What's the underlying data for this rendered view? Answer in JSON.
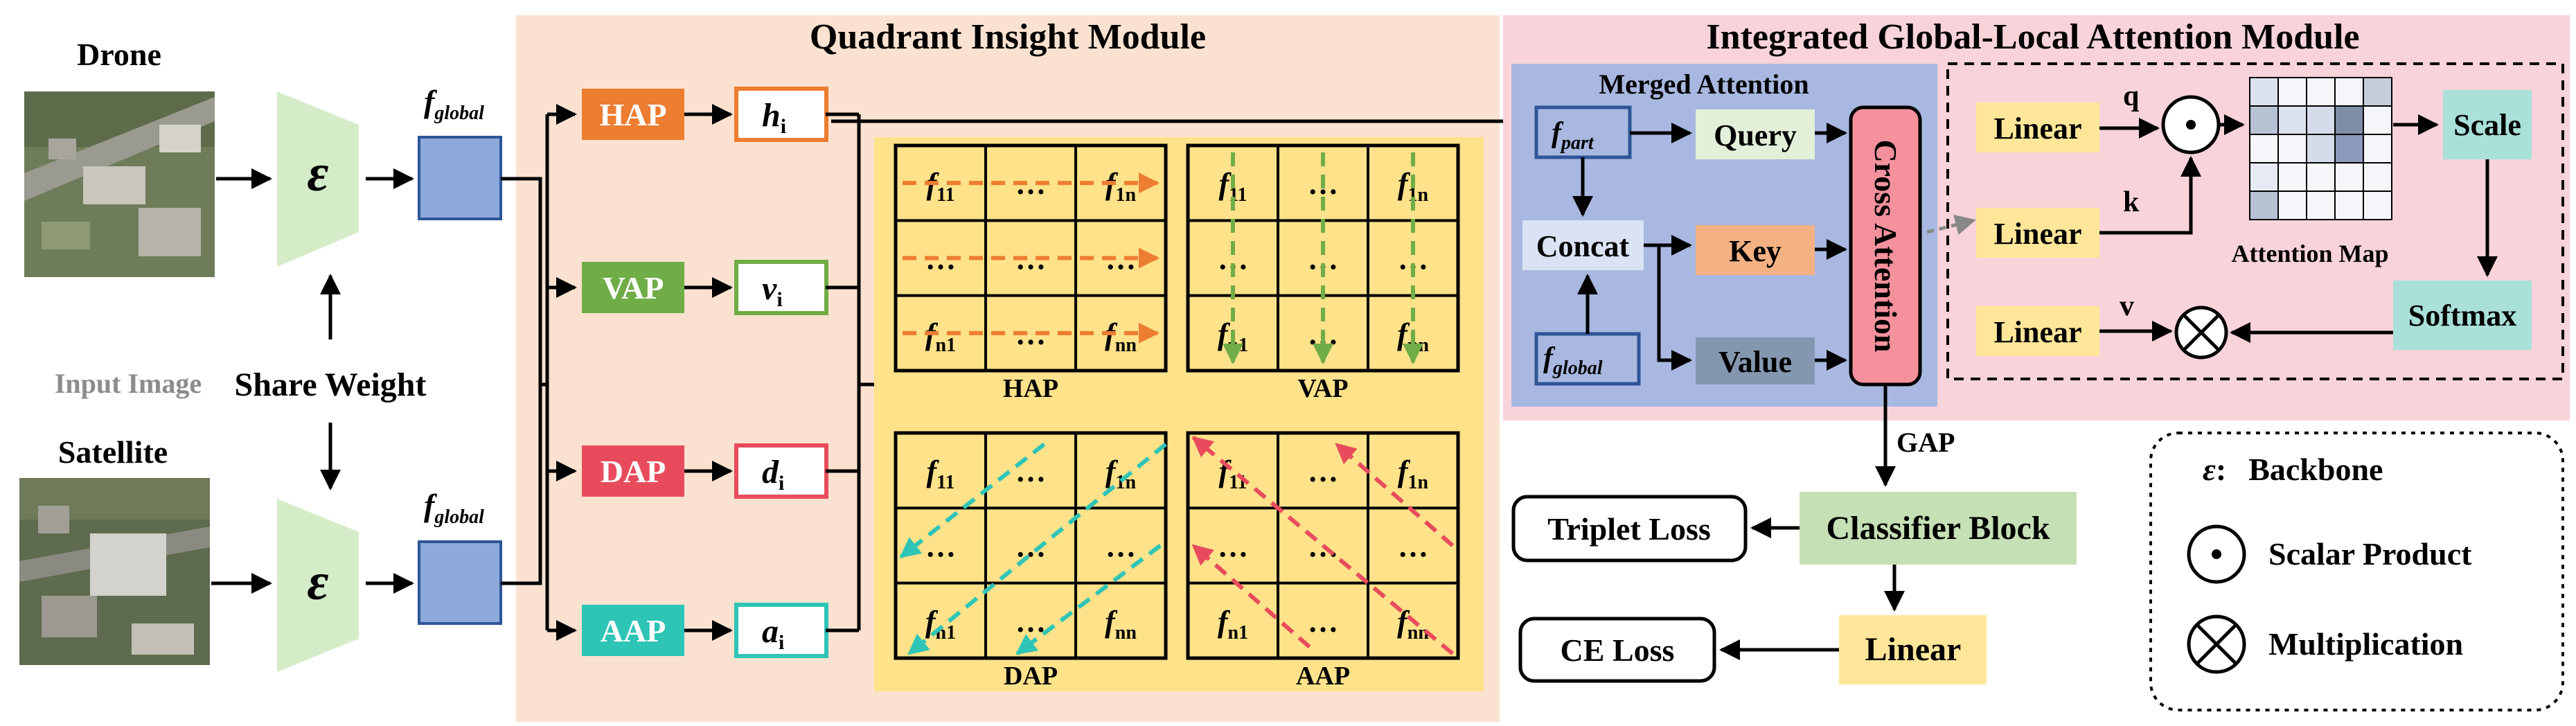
{
  "left": {
    "drone_label": "Drone",
    "satellite_label": "Satellite",
    "input_image_label": "Input Image",
    "share_weight_label": "Share Weight",
    "encoder_symbol": "ε",
    "fglobal_base": "f",
    "fglobal_sub": "global"
  },
  "qim": {
    "title": "Quadrant Insight Module",
    "rows": [
      {
        "pool": "HAP",
        "feat": "h",
        "sub": "i",
        "color": "#ED7D31"
      },
      {
        "pool": "VAP",
        "feat": "v",
        "sub": "i",
        "color": "#70AD47"
      },
      {
        "pool": "DAP",
        "feat": "d",
        "sub": "i",
        "color": "#E84C5C"
      },
      {
        "pool": "AAP",
        "feat": "a",
        "sub": "i",
        "color": "#2EC4B6"
      }
    ],
    "grids": [
      {
        "label": "HAP",
        "arrow_color": "#ED7D31"
      },
      {
        "label": "VAP",
        "arrow_color": "#70AD47"
      },
      {
        "label": "DAP",
        "arrow_color": "#2EC4B6"
      },
      {
        "label": "AAP",
        "arrow_color": "#E84C5C"
      }
    ],
    "grid_cells": [
      [
        {
          "b": "f",
          "s": "11"
        },
        {
          "b": "…",
          "s": ""
        },
        {
          "b": "f",
          "s": "1n"
        }
      ],
      [
        {
          "b": "…",
          "s": ""
        },
        {
          "b": "…",
          "s": ""
        },
        {
          "b": "…",
          "s": ""
        }
      ],
      [
        {
          "b": "f",
          "s": "n1"
        },
        {
          "b": "…",
          "s": ""
        },
        {
          "b": "f",
          "s": "nn"
        }
      ]
    ]
  },
  "iglam": {
    "title": "Integrated Global-Local Attention Module",
    "merged_title": "Merged Attention",
    "fpart_base": "f",
    "fpart_sub": "part",
    "fglobal_base": "f",
    "fglobal_sub": "global",
    "query": "Query",
    "key": "Key",
    "value": "Value",
    "concat": "Concat",
    "cross_attention": "Cross Attention",
    "linear": "Linear",
    "q": "q",
    "k": "k",
    "v": "v",
    "scale": "Scale",
    "softmax": "Softmax",
    "attention_map": "Attention Map",
    "attention_map_shades": [
      [
        "#DCE3EF",
        "#F4F6FA",
        "#F4F6FA",
        "#F4F6FA",
        "#C5CDD8"
      ],
      [
        "#B7C2D4",
        "#DCE3EF",
        "#D4DCEA",
        "#7F8DA6",
        "#F4F6FA"
      ],
      [
        "#F4F6FA",
        "#F4F6FA",
        "#D4DCEA",
        "#8C9BBB",
        "#F4F6FA"
      ],
      [
        "#E6EBF3",
        "#F4F6FA",
        "#F4F6FA",
        "#F4F6FA",
        "#F4F6FA"
      ],
      [
        "#B7C2D4",
        "#F4F6FA",
        "#F4F6FA",
        "#F4F6FA",
        "#F4F6FA"
      ]
    ]
  },
  "bottom": {
    "gap": "GAP",
    "classifier": "Classifier Block",
    "triplet": "Triplet Loss",
    "linear": "Linear",
    "ce": "CE Loss"
  },
  "legend": {
    "backbone_symbol": "ε",
    "backbone_sep": ":",
    "backbone": "Backbone",
    "scalar": "Scalar Product",
    "multiplication": "Multiplication"
  }
}
